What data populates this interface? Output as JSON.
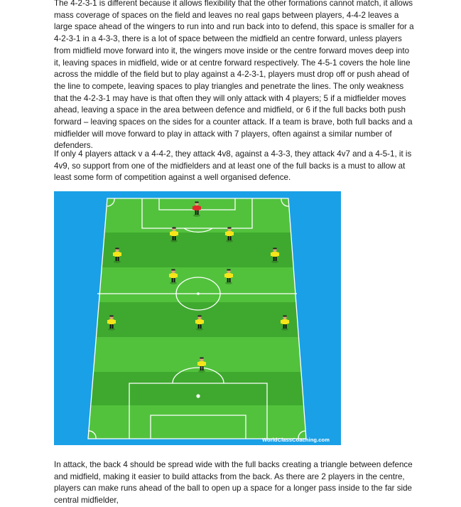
{
  "paragraphs": {
    "p1": "The 4-2-3-1 is different because it allows flexibility that the other formations cannot match, it allows mass coverage of spaces on the field and leaves no real gaps between players, 4-4-2 leaves a large space ahead of the wingers to run into and run back into to defend, this space is smaller for a 4-2-3-1 in a 4-3-3, there is a lot of space between the midfield an centre forward, unless players from midfield move forward into it, the wingers move inside or the centre forward moves deep into it, leaving spaces in midfield, wide or at centre forward respectively. The 4-5-1 covers the hole line across the middle of the field but to play against a 4-2-3-1, players must drop off or push ahead of the line to compete, leaving spaces to play triangles and penetrate the lines. The only weakness that the 4-2-3-1 may have is that often they will only attack with 4 players; 5 if a midfielder moves ahead, leaving a space in the area between defence and midfield, or 6 if the full backs both push forward – leaving spaces on the sides for a counter attack. If a team is brave, both full backs and a midfielder will move forward to play in attack with 7 players, often against a similar number of defenders.",
    "p2": "If only 4 players attack v a 4-4-2, they attack 4v8, against a 4-3-3, they attack 4v7 and a 4-5-1, it is 4v9, so support from one of the midfielders and at least one of the full backs is a must to allow at least some form of competition against a well organised defence.",
    "p3": "In attack, the back 4 should be spread wide with the full backs creating a triangle between defence and midfield, making it easier to build attacks from the back. As there are 2 players in the centre, players can make runs ahead of the ball to open up a space for a longer pass inside to the far side central midfielder,"
  },
  "diagram": {
    "watermark": "WorldClassCoaching.com",
    "colors": {
      "background": "#1aa0e6",
      "grass_light": "#52c23d",
      "grass_dark": "#3fa92f",
      "lines": "#ffffff",
      "attacker": "#e02a2a",
      "defender": "#f5e51a"
    }
  }
}
